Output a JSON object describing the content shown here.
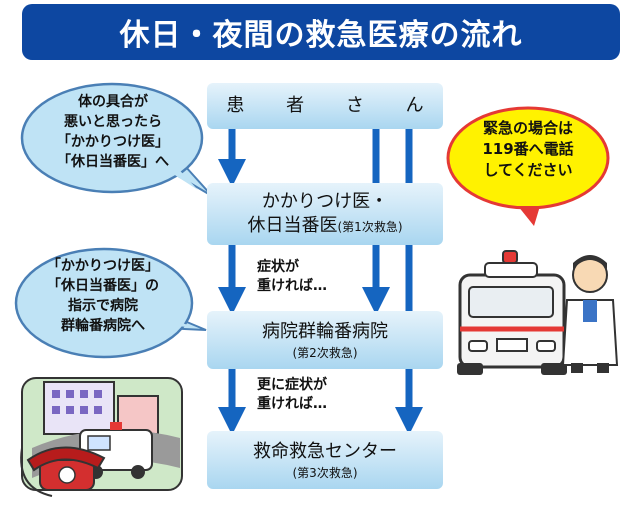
{
  "title": "休日・夜間の救急医療の流れ",
  "flow": {
    "patient": "患 者 さ ん",
    "first_main_line1": "かかりつけ医・",
    "first_main_line2": "休日当番医",
    "first_sub": "(第1次救急)",
    "second_main": "病院群輪番病院",
    "second_sub": "(第2次救急)",
    "third_main": "救命救急センター",
    "third_sub": "(第3次救急)"
  },
  "conditions": {
    "c1_line1": "症状が",
    "c1_line2": "重ければ…",
    "c2_line1": "更に症状が",
    "c2_line2": "重ければ…"
  },
  "bubbles": {
    "b1": [
      "体の具合が",
      "悪いと思ったら",
      "「かかりつけ医」",
      "「休日当番医」へ"
    ],
    "b2": [
      "「かかりつけ医」",
      "「休日当番医」の",
      "指示で病院",
      "群輪番病院へ"
    ],
    "b3": [
      "緊急の場合は",
      "119番へ電話",
      "してください"
    ]
  },
  "colors": {
    "title_bg": "#0d47a1",
    "arrow": "#1565c0",
    "box_top": "#e6f3fb",
    "box_bottom": "#a9d6f0",
    "bubble_blue": "#bfe3f5",
    "bubble_yellow": "#fff200",
    "bubble_red_border": "#e53935"
  },
  "icons": {
    "ambulance": "ambulance-with-doctor-illustration",
    "hospital_scene": "hospital-ambulance-phone-illustration"
  }
}
